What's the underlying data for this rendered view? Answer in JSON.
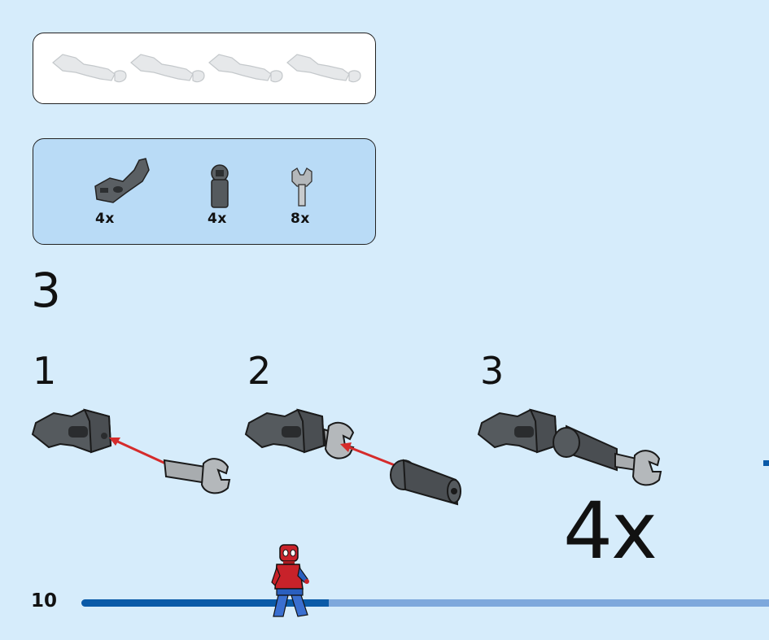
{
  "parts": [
    {
      "count": "4x"
    },
    {
      "count": "4x"
    },
    {
      "count": "8x"
    }
  ],
  "main_step": "3",
  "sub_steps": [
    "1",
    "2",
    "3"
  ],
  "multiplier": "4x",
  "page_number": "10",
  "progress": 0.36,
  "colors": {
    "background": "#d6ecfb",
    "parts_panel": "#b9dbf6",
    "progress_done": "#0a5aa8",
    "progress_remaining": "#7ea8dc",
    "arrow": "#d52b2b",
    "dark_gray_part": "#555a5e",
    "light_gray_part": "#b4b8bb"
  }
}
